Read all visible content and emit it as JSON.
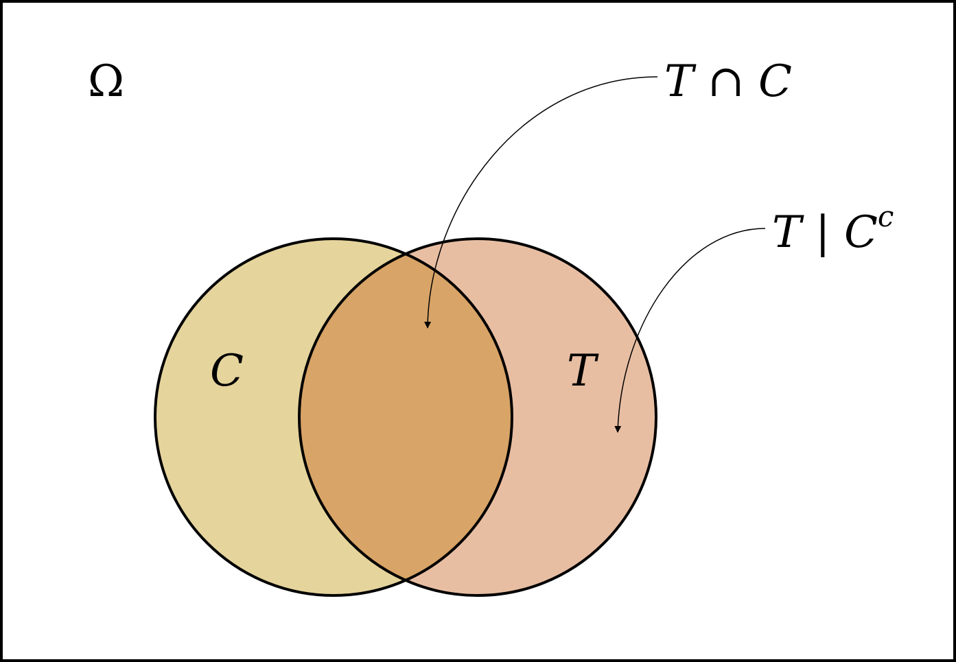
{
  "universe": {
    "label": "Ω"
  },
  "sets": [
    {
      "id": "c",
      "label": "C",
      "fill": "#e5d49c"
    },
    {
      "id": "t",
      "label": "T",
      "fill": "#e8bea3"
    }
  ],
  "intersection": {
    "fill": "#d8a467"
  },
  "annotations": {
    "intersection": {
      "label": "T ∩ C"
    },
    "t_given_c_complement": {
      "main": "T | C",
      "sup": "c"
    }
  },
  "colors": {
    "stroke": "#000000",
    "background": "#ffffff"
  }
}
